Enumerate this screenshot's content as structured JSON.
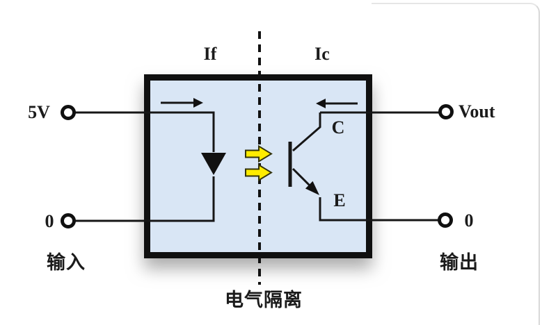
{
  "diagram_title": "optocoupler-electrical-isolation",
  "labels": {
    "input_voltage": "5V",
    "input_ground": "0",
    "output_voltage": "Vout",
    "output_ground": "0",
    "input_caption": "输入",
    "output_caption": "输出",
    "isolation_caption": "电气隔离",
    "forward_current": "If",
    "collector_current": "Ic",
    "collector_pin": "C",
    "emitter_pin": "E"
  },
  "colors": {
    "package_fill": "#d9e6f5",
    "package_border": "#101010",
    "wire": "#161616",
    "light_arrow_fill": "#ffec00",
    "light_arrow_outline": "#33330a",
    "text": "#1b1b1b",
    "card_edge": "#d8d8d8"
  }
}
